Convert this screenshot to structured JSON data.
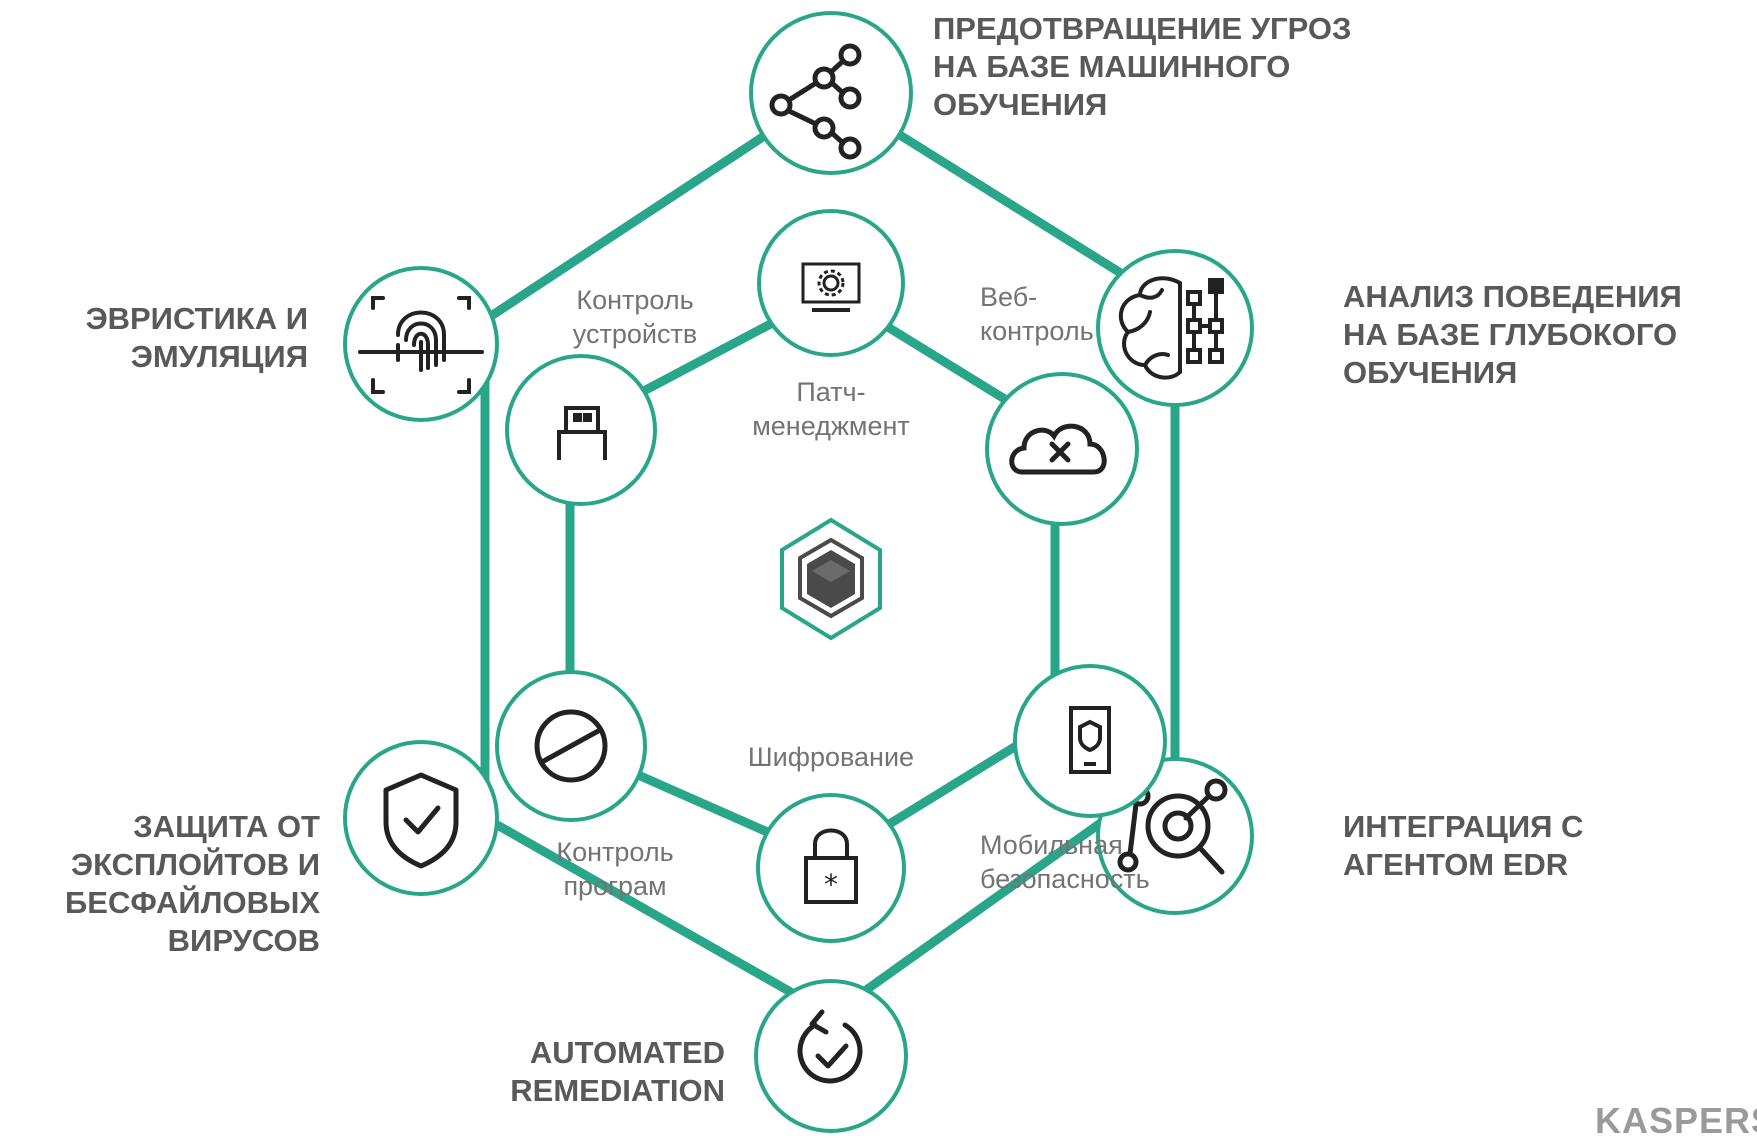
{
  "accent_color": "#29a58a",
  "outer_nodes": [
    {
      "id": "ml",
      "icon": "branching-nodes-icon",
      "lines": [
        "ПРЕДОТВРАЩЕНИЕ УГРОЗ",
        "НА БАЗЕ МАШИННОГО",
        "ОБУЧЕНИЯ"
      ]
    },
    {
      "id": "dl",
      "icon": "brain-circuit-icon",
      "lines": [
        "АНАЛИЗ ПОВЕДЕНИЯ",
        "НА БАЗЕ ГЛУБОКОГО",
        "ОБУЧЕНИЯ"
      ]
    },
    {
      "id": "edr",
      "icon": "target-nodes-icon",
      "lines": [
        "ИНТЕГРАЦИЯ С",
        "АГЕНТОМ EDR"
      ]
    },
    {
      "id": "remediation",
      "icon": "rollback-check-icon",
      "lines": [
        "AUTOMATED",
        "REMEDIATION"
      ]
    },
    {
      "id": "exploit",
      "icon": "shield-check-icon",
      "lines": [
        "ЗАЩИТА ОТ",
        "ЭКСПЛОЙТОВ И",
        "БЕСФАЙЛОВЫХ",
        "ВИРУСОВ"
      ]
    },
    {
      "id": "heuristics",
      "icon": "fingerprint-scan-icon",
      "lines": [
        "ЭВРИСТИКА И",
        "ЭМУЛЯЦИЯ"
      ]
    }
  ],
  "inner_nodes": [
    {
      "id": "patch",
      "icon": "monitor-gear-icon",
      "lines": [
        "Патч-",
        "менеджмент"
      ]
    },
    {
      "id": "web",
      "icon": "cloud-cross-icon",
      "lines": [
        "Веб-",
        "контроль"
      ]
    },
    {
      "id": "mobile",
      "icon": "phone-shield-icon",
      "lines": [
        "Мобильная",
        "безопасность"
      ]
    },
    {
      "id": "encryption",
      "icon": "lock-asterisk-icon",
      "lines": [
        "Шифрование"
      ]
    },
    {
      "id": "apps",
      "icon": "block-circle-icon",
      "lines": [
        "Контроль",
        "програм"
      ]
    },
    {
      "id": "devices",
      "icon": "usb-plug-icon",
      "lines": [
        "Контроль",
        "устройств"
      ]
    }
  ],
  "center_icon": "kaspersky-hexagon-cube-icon",
  "brand": "KASPERSKY"
}
